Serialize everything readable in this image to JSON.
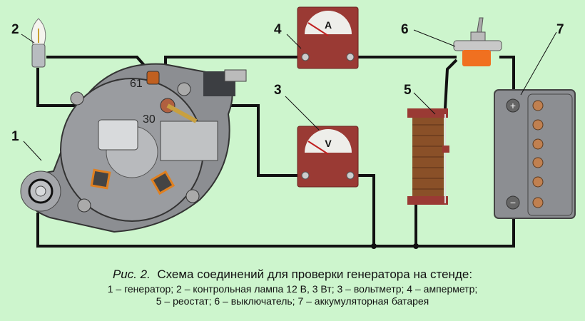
{
  "labels": {
    "n1": "1",
    "n2": "2",
    "n3": "3",
    "n4": "4",
    "n5": "5",
    "n6": "6",
    "n7": "7"
  },
  "terminals": {
    "t61": "61",
    "t30": "30"
  },
  "meters": {
    "ammeter_symbol": "A",
    "voltmeter_symbol": "V"
  },
  "battery": {
    "plus": "+",
    "minus": "−"
  },
  "caption": {
    "fig_prefix": "Рис. 2.",
    "title": "Схема соединений для проверки генератора на стенде:",
    "line1": "1 – генератор; 2 – контрольная лампа 12 В, 3 Вт;  3 – вольтметр; 4 – амперметр;",
    "line2": "5 – реостат; 6 – выключатель; 7 – аккумуляторная батарея"
  },
  "colors": {
    "background": "#cdf5cd",
    "meter": "#9a3a34",
    "wire": "#111111",
    "switch": "#f07020"
  }
}
